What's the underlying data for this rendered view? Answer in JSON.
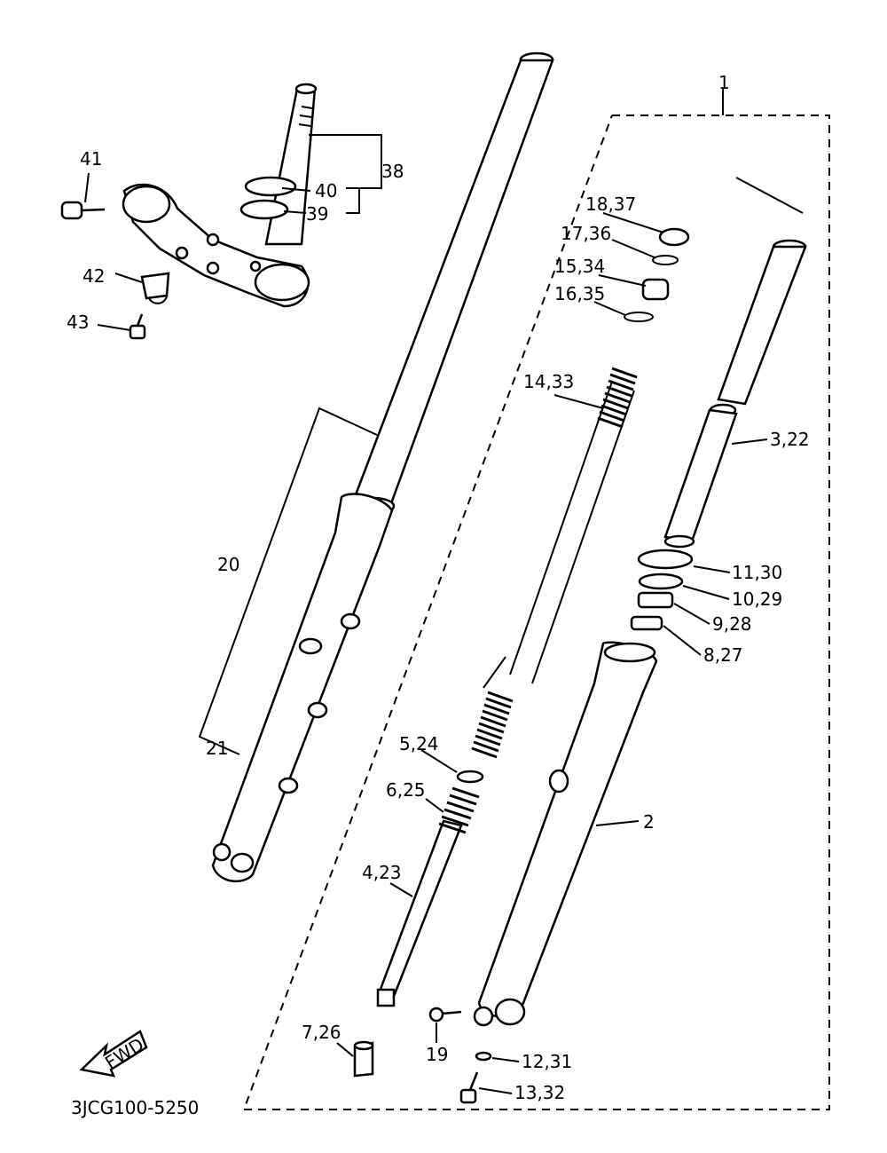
{
  "diagram_code": "3JCG100-5250",
  "fwd_label": "FWD",
  "callouts": {
    "c1": "1",
    "c2": "2",
    "c3_22": "3,22",
    "c4_23": "4,23",
    "c5_24": "5,24",
    "c6_25": "6,25",
    "c7_26": "7,26",
    "c8_27": "8,27",
    "c9_28": "9,28",
    "c10_29": "10,29",
    "c11_30": "11,30",
    "c12_31": "12,31",
    "c13_32": "13,32",
    "c14_33": "14,33",
    "c15_34": "15,34",
    "c16_35": "16,35",
    "c17_36": "17,36",
    "c18_37": "18,37",
    "c19": "19",
    "c20": "20",
    "c21": "21",
    "c38": "38",
    "c39": "39",
    "c40": "40",
    "c41": "41",
    "c42": "42",
    "c43": "43"
  }
}
